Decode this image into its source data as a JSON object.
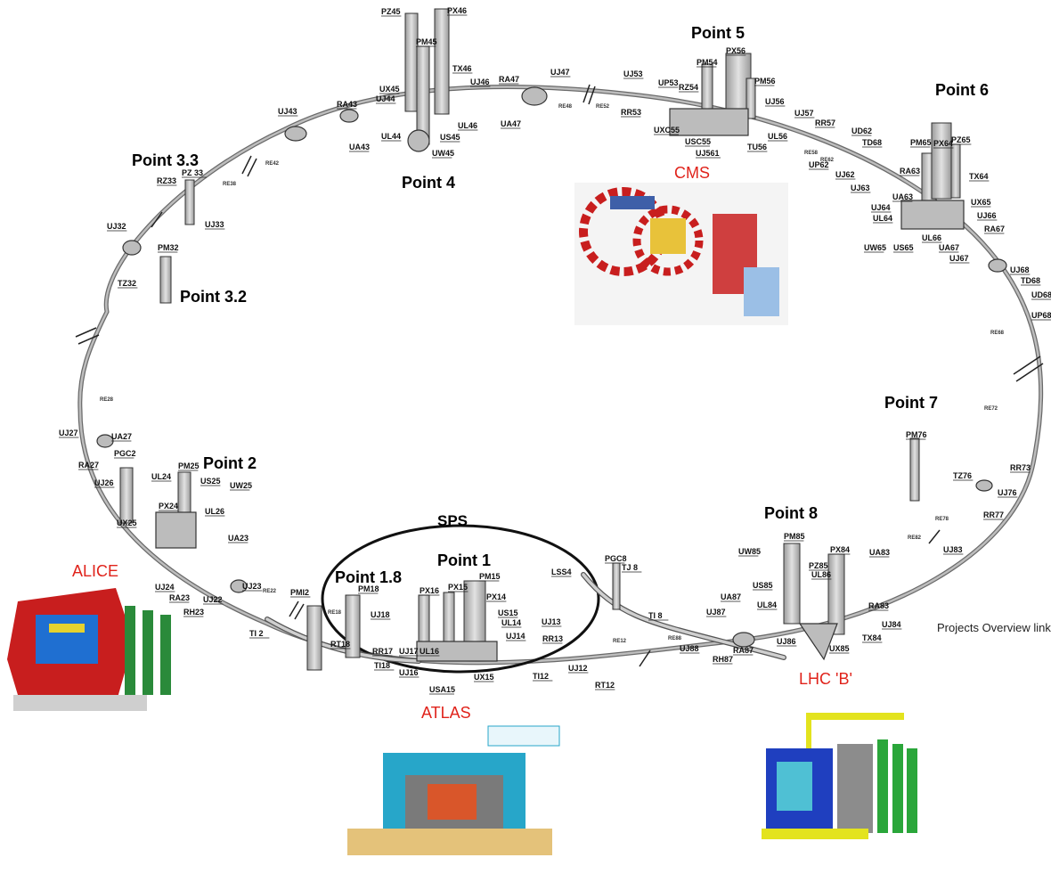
{
  "title_points": {
    "p1": "Point 1",
    "p1_8": "Point 1.8",
    "p2": "Point 2",
    "p3_2": "Point 3.2",
    "p3_3": "Point 3.3",
    "p4": "Point 4",
    "p5": "Point 5",
    "p6": "Point 6",
    "p7": "Point 7",
    "p8": "Point 8"
  },
  "sps_label": "SPS",
  "experiments": {
    "alice": "ALICE",
    "atlas": "ATLAS",
    "cms": "CMS",
    "lhcb": "LHC 'B'"
  },
  "projects_link": "Projects Overview link",
  "labels": [
    "PZ45",
    "PX46",
    "PM45",
    "TX46",
    "UX45",
    "UJ44",
    "UL44",
    "UA43",
    "RA43",
    "UJ43",
    "US45",
    "UW45",
    "UJ46",
    "UL46",
    "RA47",
    "UA47",
    "UJ47",
    "RE42",
    "RE38",
    "RE48",
    "RE52",
    "UJ53",
    "RR53",
    "UP53",
    "RZ54",
    "PM54",
    "PX56",
    "PM56",
    "UXC55",
    "USC55",
    "UJ561",
    "TU56",
    "UL56",
    "UJ56",
    "UJ57",
    "RR57",
    "RE58",
    "RE62",
    "UD62",
    "TD68",
    "UP62",
    "UJ62",
    "UJ63",
    "UA63",
    "RA63",
    "UJ64",
    "UL64",
    "UW65",
    "US65",
    "UL66",
    "UA67",
    "UJ67",
    "UJ66",
    "RA67",
    "PX64",
    "PM65",
    "PZ65",
    "TX64",
    "UX65",
    "UJ68",
    "TD68",
    "UD68",
    "UP68",
    "RE68",
    "RE72",
    "PM76",
    "TZ76",
    "RR73",
    "UJ76",
    "RR77",
    "RE78",
    "RE82",
    "UJ83",
    "UA83",
    "RA83",
    "UJ84",
    "TX84",
    "UX85",
    "UL86",
    "UJ86",
    "PZ85",
    "PX84",
    "PM85",
    "UW85",
    "US85",
    "UL84",
    "UJ87",
    "UA87",
    "RA87",
    "RH87",
    "UJ88",
    "RE88",
    "TI 8",
    "TJ 8",
    "PGC8",
    "LSS4",
    "PM15",
    "PX15",
    "PX14",
    "PX16",
    "US15",
    "UL14",
    "UJ14",
    "UJ13",
    "RR13",
    "UL16",
    "UJ17",
    "RR17",
    "UJ18",
    "PM18",
    "RE18",
    "RT18",
    "UJ16",
    "TI18",
    "USA15",
    "UX15",
    "TI12",
    "UJ12",
    "RT12",
    "RE12",
    "PMI2",
    "TI 2",
    "RE22",
    "UJ22",
    "RH23",
    "RA23",
    "UJ24",
    "UJ23",
    "UA23",
    "UX25",
    "PX24",
    "PM25",
    "US25",
    "UW25",
    "UL26",
    "UL24",
    "UJ26",
    "RA27",
    "UJ27",
    "UA27",
    "PGC2",
    "RE28",
    "UJ32",
    "PM32",
    "TZ32",
    "RZ33",
    "PZ 33",
    "UJ33"
  ]
}
